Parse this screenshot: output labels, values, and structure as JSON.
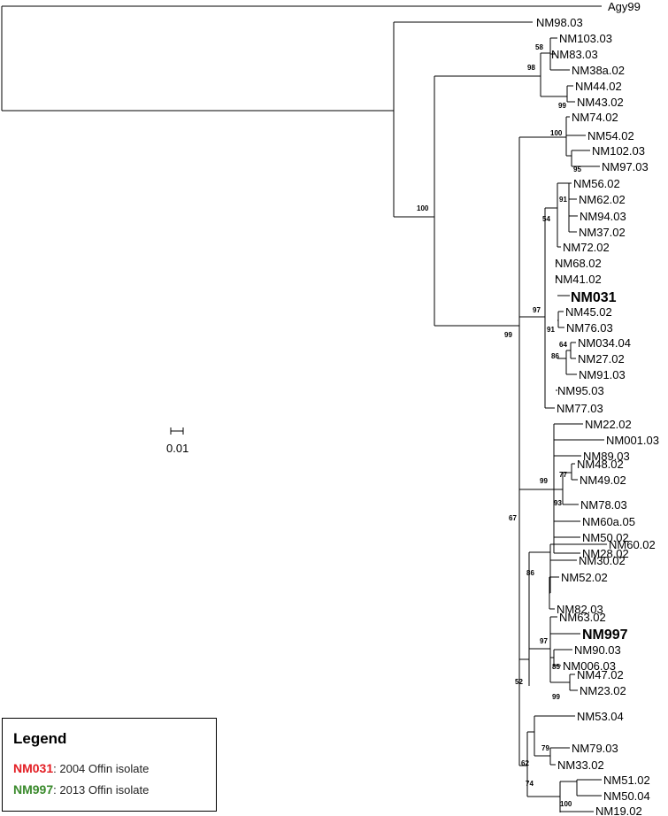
{
  "leaves": {
    "agy99": "Agy99",
    "nm98_03": "NM98.03",
    "nm103_03": "NM103.03",
    "nm83_03": "NM83.03",
    "nm38a_02": "NM38a.02",
    "nm44_02": "NM44.02",
    "nm43_02": "NM43.02",
    "nm74_02": "NM74.02",
    "nm54_02": "NM54.02",
    "nm102_03": "NM102.03",
    "nm97_03": "NM97.03",
    "nm56_02": "NM56.02",
    "nm62_02": "NM62.02",
    "nm94_03": "NM94.03",
    "nm37_02": "NM37.02",
    "nm72_02": "NM72.02",
    "nm68_02": "NM68.02",
    "nm41_02": "NM41.02",
    "nm031": "NM031",
    "nm45_02": "NM45.02",
    "nm76_03": "NM76.03",
    "nm034_04": "NM034.04",
    "nm27_02": "NM27.02",
    "nm91_03": "NM91.03",
    "nm95_03": "NM95.03",
    "nm77_03": "NM77.03",
    "nm22_02": "NM22.02",
    "nm001_03": "NM001.03",
    "nm89_03": "NM89.03",
    "nm48_02": "NM48.02",
    "nm49_02": "NM49.02",
    "nm78_03": "NM78.03",
    "nm60a_05": "NM60a.05",
    "nm50_02": "NM50.02",
    "nm28_02": "NM28.02",
    "nm60_02": "NM60.02",
    "nm30_02": "NM30.02",
    "nm52_02": "NM52.02",
    "nm63_02": "NM63.02",
    "nm997": "NM997",
    "nm90_03": "NM90.03",
    "nm006_03": "NM006.03",
    "nm47_02": "NM47.02",
    "nm23_02": "NM23.02",
    "nm82_03": "NM82.03",
    "nm53_04": "NM53.04",
    "nm79_03": "NM79.03",
    "nm33_02": "NM33.02",
    "nm51_02": "NM51.02",
    "nm50_04": "NM50.04",
    "nm19_02": "NM19.02"
  },
  "bootstrap": {
    "b100_root": "100",
    "b98": "98",
    "b58": "58",
    "b99_nm44": "99",
    "b100_nm74": "100",
    "b95": "95",
    "b99_main": "99",
    "b67": "67",
    "b97_nm031": "97",
    "b54": "54",
    "b91_nm56": "91",
    "b91_nm45": "91",
    "b86_nm034": "86",
    "b64": "64",
    "b99_nm22": "99",
    "b77": "77",
    "b93": "93",
    "b86_nm60": "86",
    "b52": "52",
    "b97_nm997": "97",
    "b85": "85",
    "b99_nm23": "99",
    "b62": "62",
    "b79": "79",
    "b74": "74",
    "b100_nm51": "100"
  },
  "scale_bar": {
    "label": "0.01"
  },
  "legend": {
    "title": "Legend",
    "item1_key": "NM031",
    "item1_text": ": 2004 Offin isolate",
    "item2_key": "NM997",
    "item2_text": ": 2013 Offin isolate"
  },
  "colors": {
    "red": "#e31e24",
    "green": "#3a8a2c",
    "line": "#000000"
  }
}
